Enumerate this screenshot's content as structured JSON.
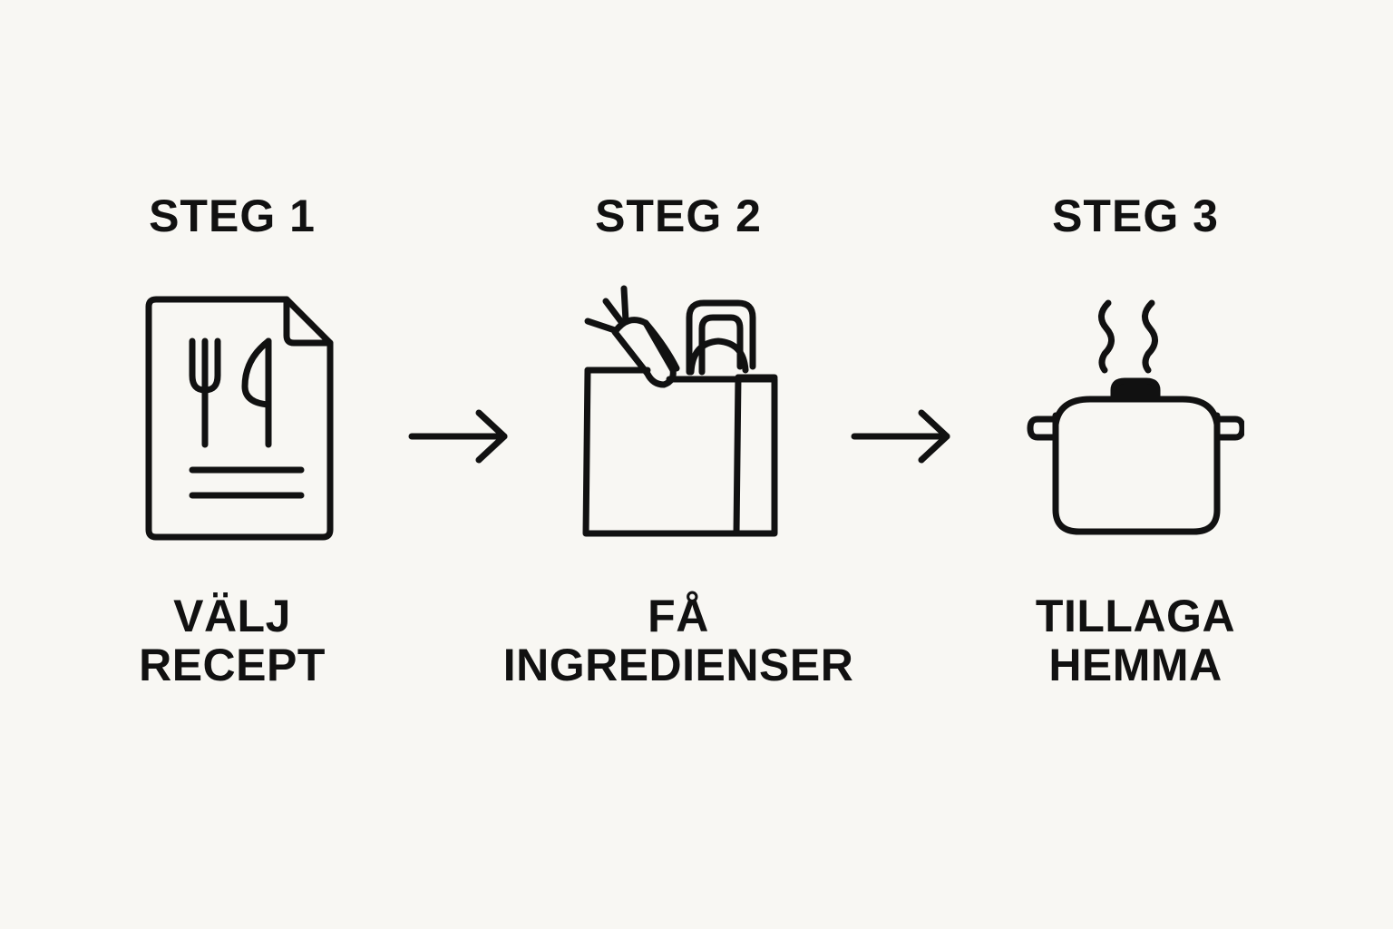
{
  "steps": [
    {
      "title": "STEG 1",
      "caption_line1": "VÄLJ",
      "caption_line2": "RECEPT",
      "icon": "recipe-document-icon"
    },
    {
      "title": "STEG 2",
      "caption_line1": "FÅ",
      "caption_line2": "INGREDIENSER",
      "icon": "grocery-bag-icon"
    },
    {
      "title": "STEG 3",
      "caption_line1": "TILLAGA",
      "caption_line2": "HEMMA",
      "icon": "cooking-pot-icon"
    }
  ],
  "arrows": [
    "arrow-right-icon",
    "arrow-right-icon"
  ],
  "colors": {
    "background": "#f8f7f3",
    "ink": "#111111"
  }
}
